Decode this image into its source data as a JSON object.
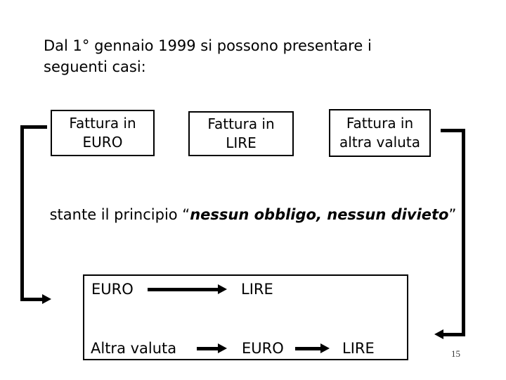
{
  "slide": {
    "title": "Dal 1° gennaio 1999 si possono presentare i\nseguenti casi:",
    "page_number": "15"
  },
  "boxes": [
    {
      "line1": "Fattura in",
      "line2": "EURO"
    },
    {
      "line1": "Fattura in",
      "line2": "LIRE"
    },
    {
      "line1": "Fattura in",
      "line2": "altra valuta"
    }
  ],
  "principle": {
    "prefix": "stante il principio “",
    "emphasis": "nessun obbligo, nessun divieto",
    "suffix": "”"
  },
  "flow_box": {
    "row1": {
      "from": "EURO",
      "to": "LIRE"
    },
    "row2": {
      "from": "Altra valuta",
      "mid": "EURO",
      "to": "LIRE"
    }
  },
  "colors": {
    "ink": "#000000",
    "background": "#ffffff"
  }
}
